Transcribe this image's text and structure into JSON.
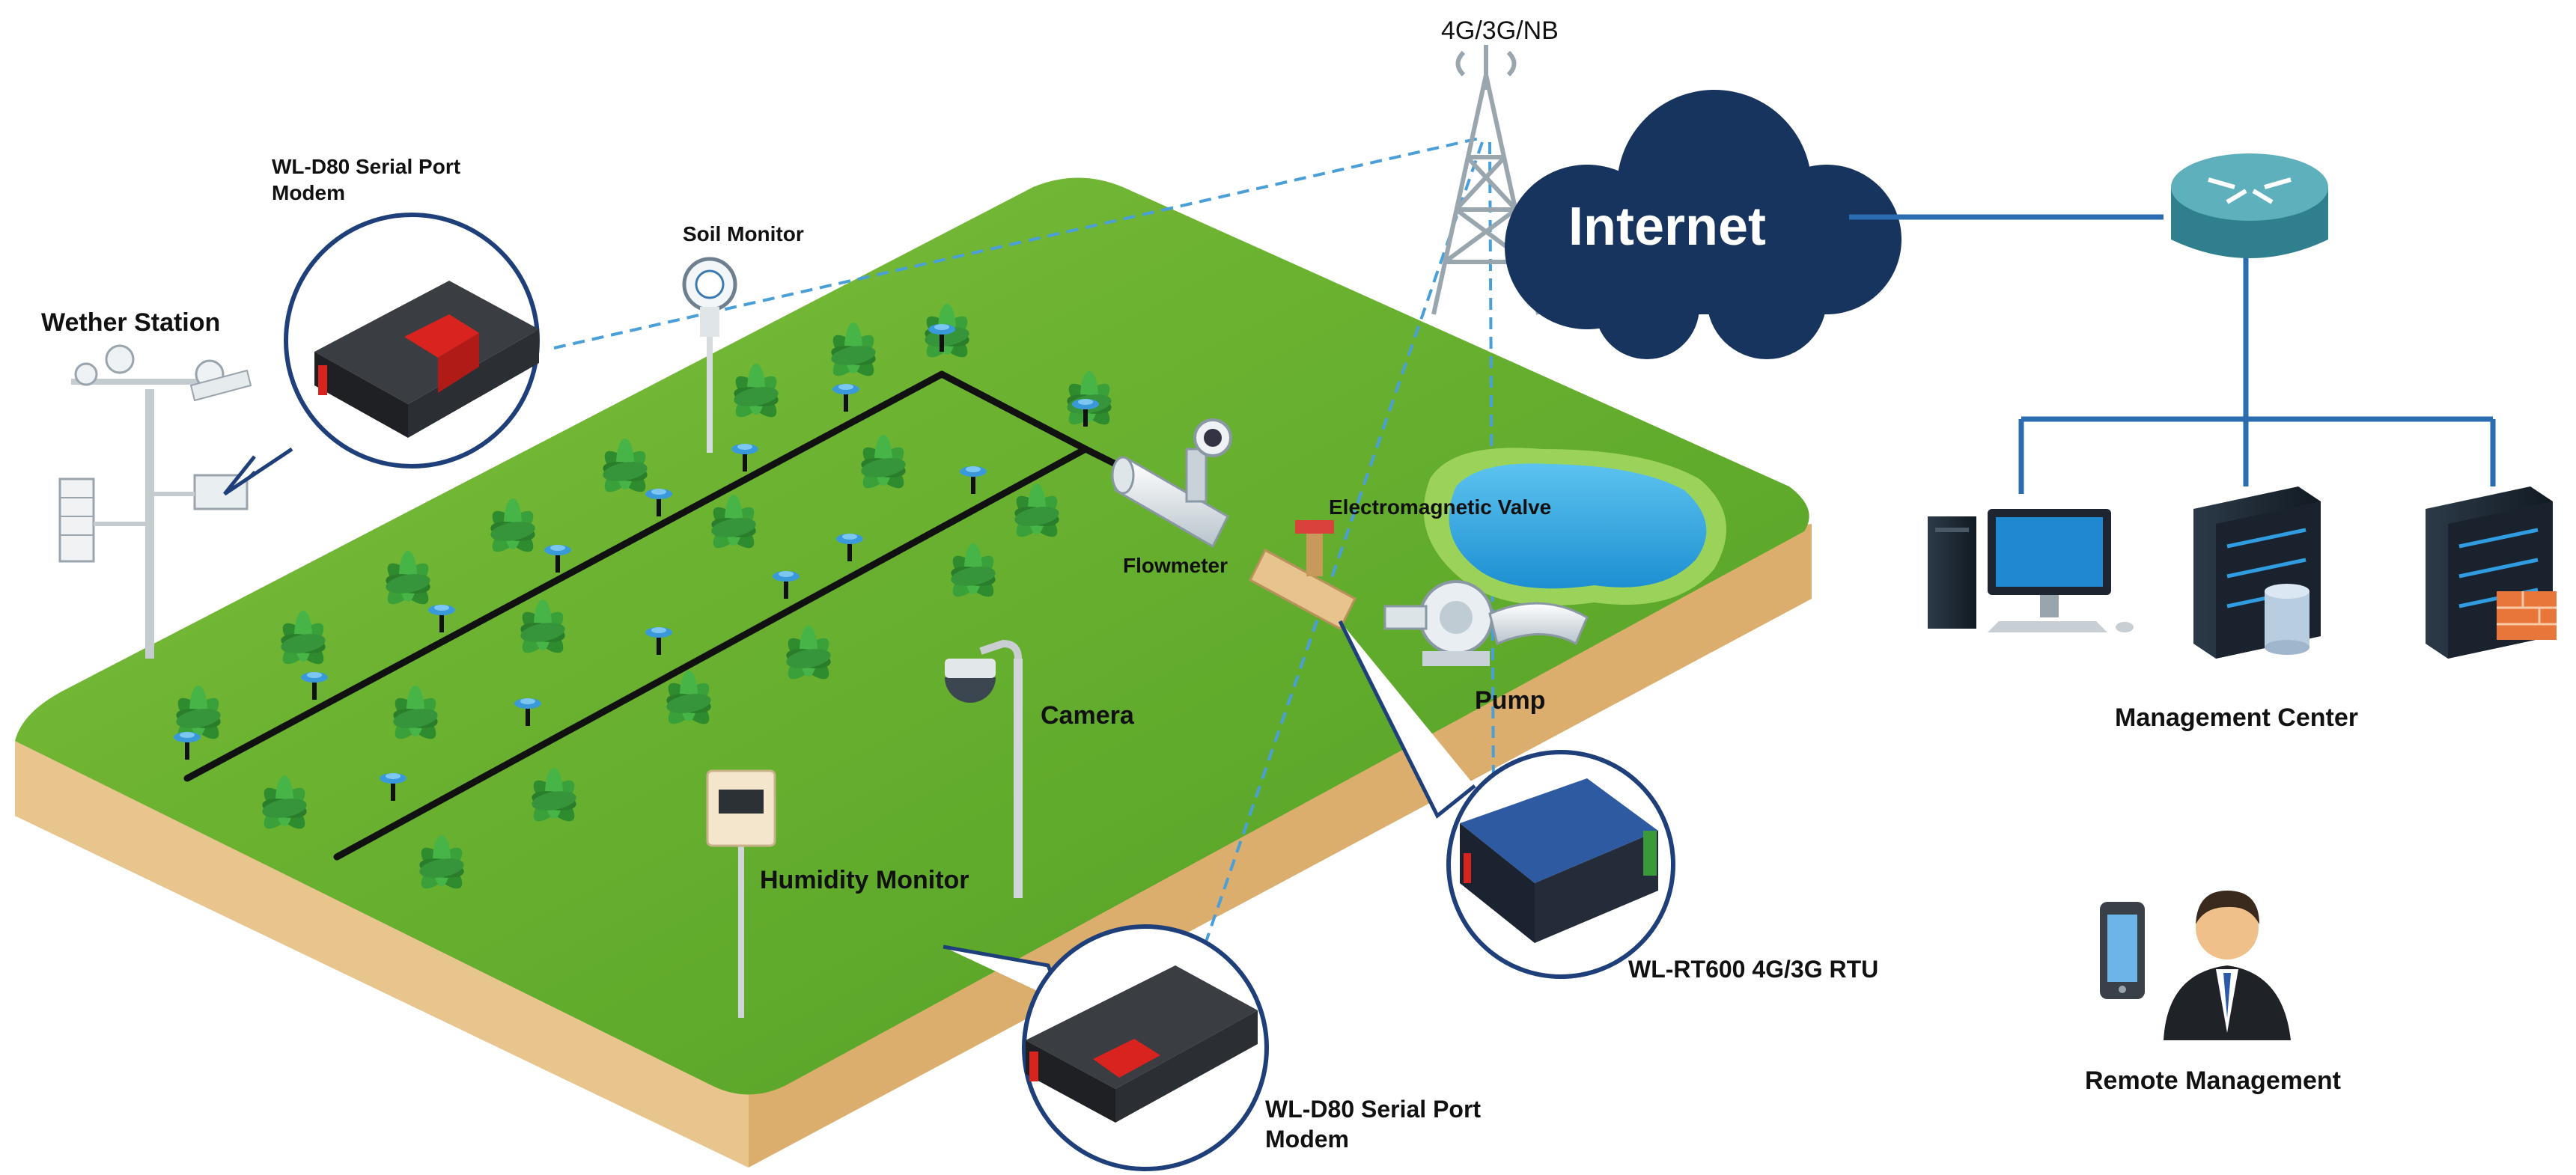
{
  "labels": {
    "network": "4G/3G/NB",
    "internet": "Internet",
    "modem_top": "WL-D80 Serial Port Modem",
    "soil_monitor": "Soil Monitor",
    "weather_station": "Wether Station",
    "electromagnetic_valve": "Electromagnetic Valve",
    "flowmeter": "Flowmeter",
    "camera": "Camera",
    "pump": "Pump",
    "humidity_monitor": "Humidity Monitor",
    "rtu": "WL-RT600 4G/3G RTU",
    "modem_bottom": "WL-D80 Serial Port Modem",
    "management_center": "Management Center",
    "remote_management": "Remote Management"
  },
  "colors": {
    "grass_light": "#8cc63f",
    "grass_dark": "#4e9a1e",
    "soil": "#e7c28a",
    "soil_side": "#d9ad6c",
    "cloud": "#17345e",
    "link_blue": "#2b6cb0",
    "dashed": "#4a9fd8",
    "pond": "#2aa4e0",
    "server": "#1f2a36",
    "modem_red": "#d8231f"
  },
  "icons": [
    "cell-tower-icon",
    "cloud-icon",
    "router-icon",
    "desktop-computer-icon",
    "database-server-icon",
    "firewall-server-icon",
    "smartphone-icon",
    "user-icon",
    "camera-icon",
    "weather-station-icon",
    "soil-sensor-icon",
    "humidity-sensor-icon",
    "flowmeter-icon",
    "valve-icon",
    "pump-icon",
    "pond-icon",
    "modem-icon",
    "rtu-icon",
    "sprinkler-icon",
    "plant-icon"
  ]
}
